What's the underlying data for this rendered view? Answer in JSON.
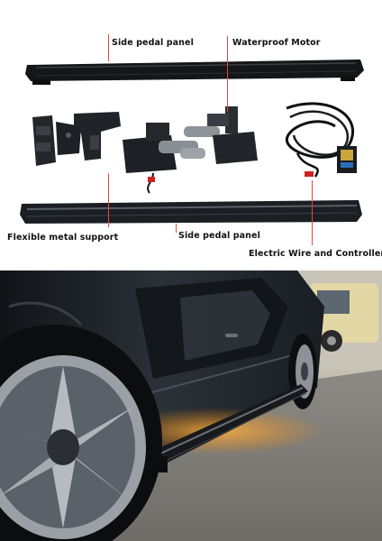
{
  "labels": {
    "side_pedal_top": "Side pedal panel",
    "waterproof_motor": "Waterproof  Motor",
    "flexible_support": "Flexible metal support",
    "side_pedal_bottom": "Side pedal panel",
    "wire_controller": "Electric Wire and Controller"
  },
  "colors": {
    "leader_line": "#e34a3f",
    "panel_black": "#141618",
    "background": "#ffffff"
  }
}
